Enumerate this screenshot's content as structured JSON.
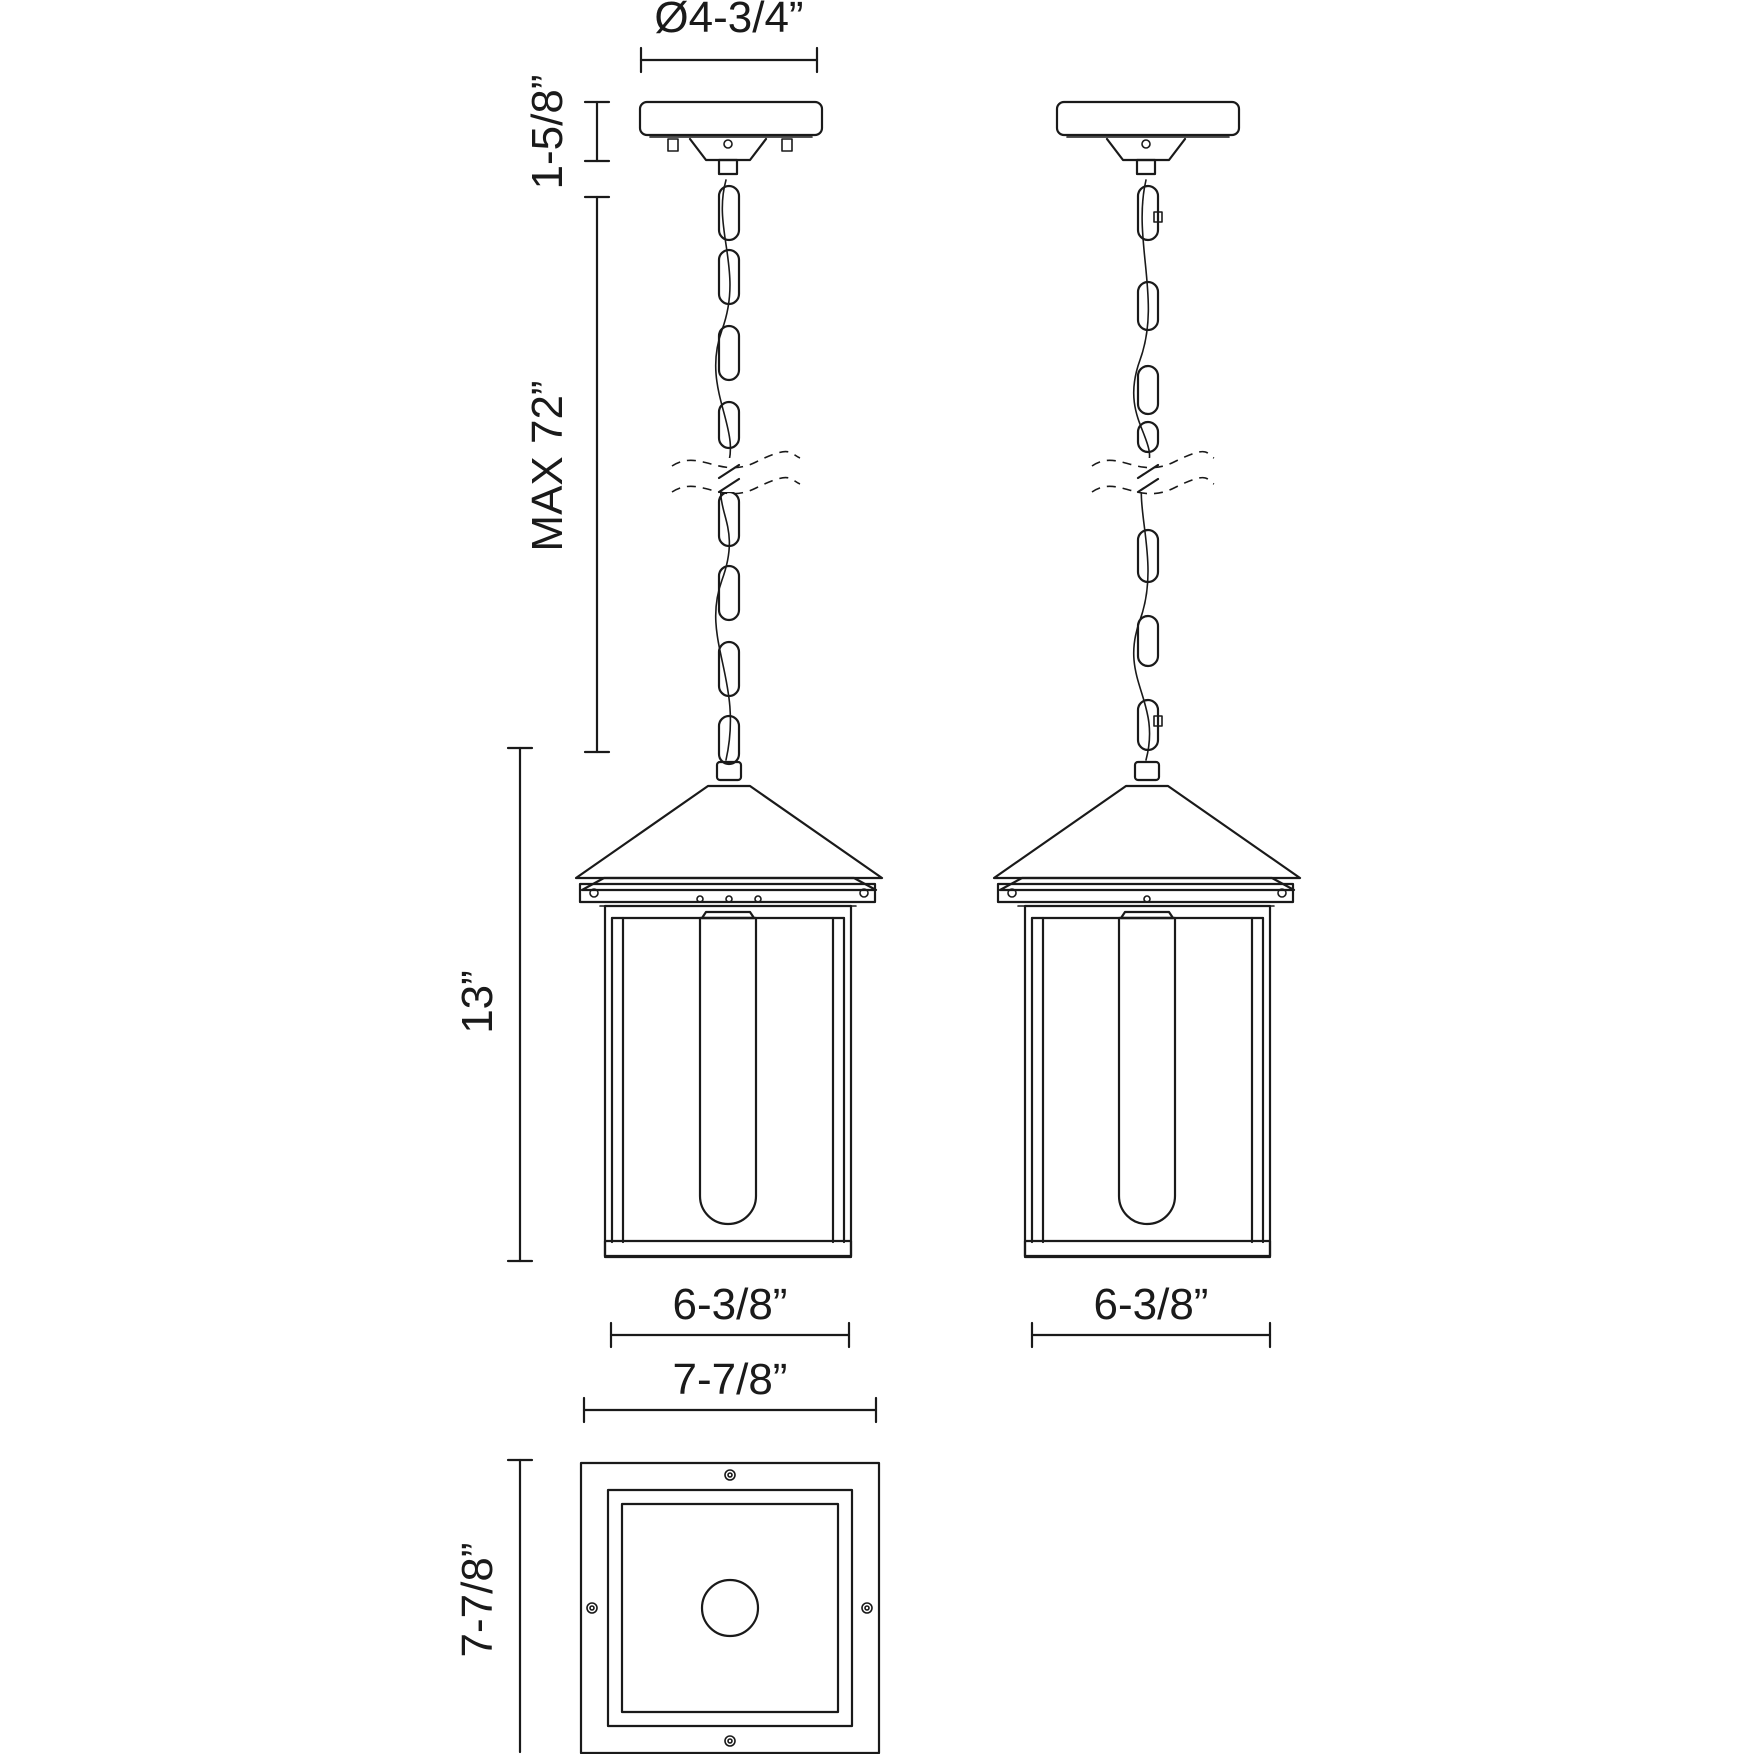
{
  "dimensions": {
    "canopy_diameter": "Ø4-3/4”",
    "canopy_height": "1-5/8”",
    "chain_length": "MAX 72”",
    "fixture_height": "13”",
    "width_front": "6-3/8”",
    "width_side": "6-3/8”",
    "top_width": "7-7/8”",
    "top_depth": "7-7/8”"
  },
  "colors": {
    "line": "#1a1a1a",
    "background": "#ffffff"
  }
}
